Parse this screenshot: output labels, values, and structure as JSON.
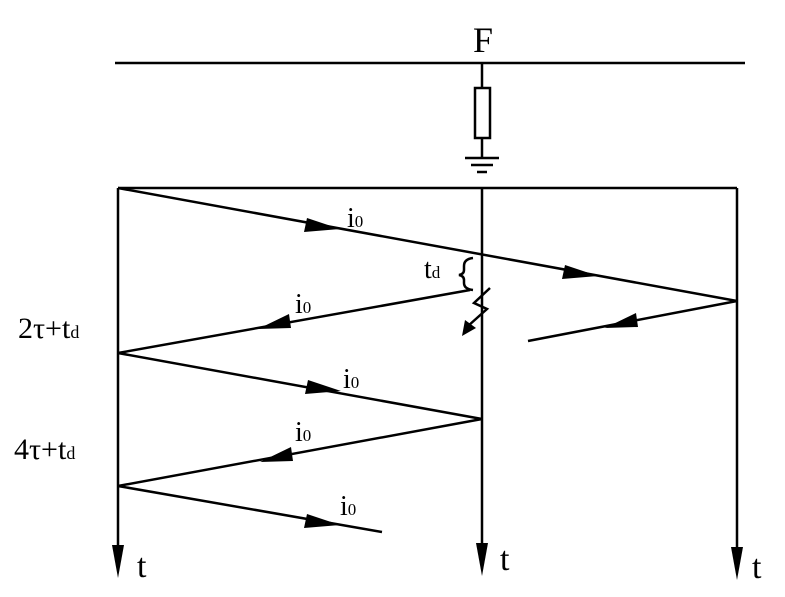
{
  "diagram": {
    "bus_label": "F",
    "time_axis_label": "t",
    "current_label": "i",
    "current_subscript": "0",
    "fault_delay": {
      "base": "t",
      "subscript": "d"
    },
    "time_marks": [
      {
        "prefix": "2τ+",
        "base": "t",
        "subscript": "d"
      },
      {
        "prefix": "4τ+",
        "base": "t",
        "subscript": "d"
      }
    ]
  }
}
